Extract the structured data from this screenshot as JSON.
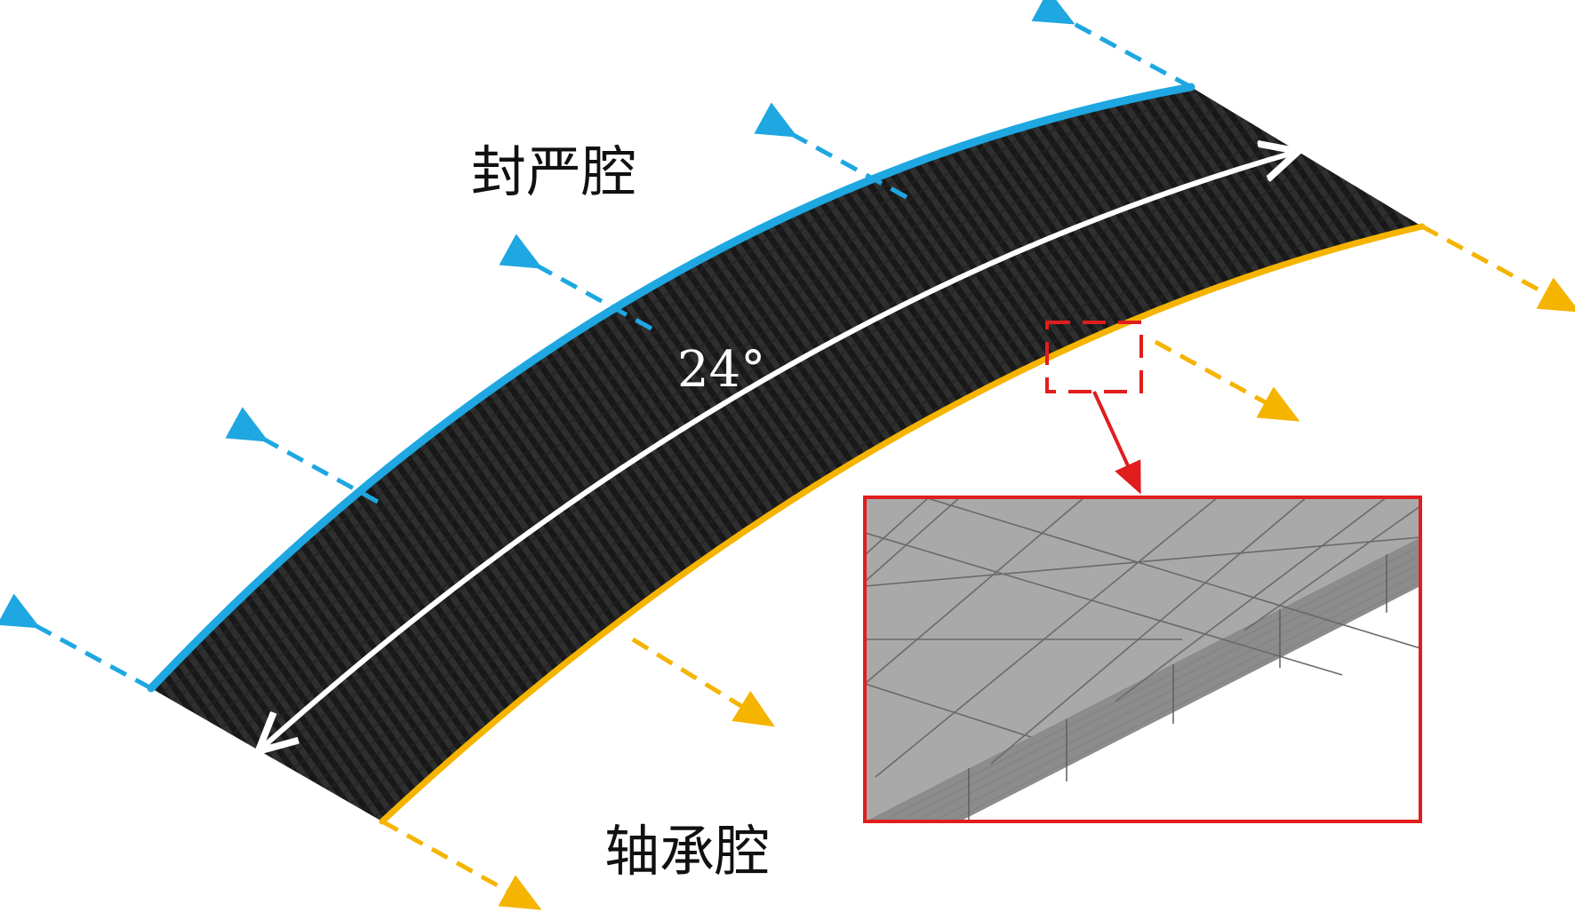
{
  "labels": {
    "upper_cavity": "封严腔",
    "lower_cavity": "轴承腔",
    "angle": "24°"
  },
  "colors": {
    "upper_edge": "#1ea7e1",
    "lower_edge": "#f5b400",
    "plate": "#222222",
    "callout": "#e11d1d",
    "mesh_face": "#a9a9a9",
    "mesh_side": "#8c8c8c",
    "mesh_line": "#6a6a6a",
    "angle_arrow": "#ffffff"
  },
  "icons": {
    "upper_arrows": "dashed-arrow-left-up",
    "lower_arrows": "dashed-arrow-right-down",
    "angle_arrow": "double-headed-curved-arrow",
    "detail_box": "mesh-detail-zoom"
  }
}
